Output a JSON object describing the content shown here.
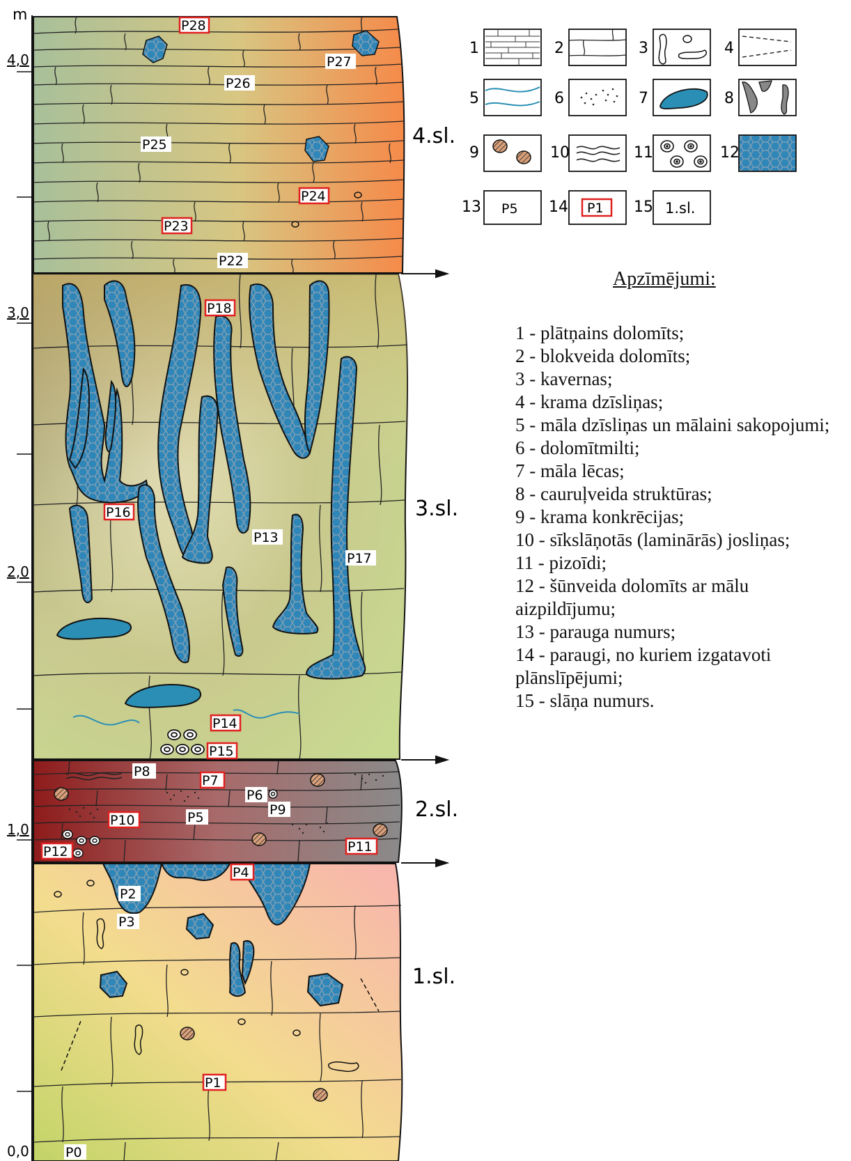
{
  "axis": {
    "unit": "m",
    "ticks": [
      "4,0",
      "3,0",
      "2,0",
      "1,0",
      "0,0"
    ]
  },
  "layers": [
    {
      "label": "4.sl.",
      "color_left": "#a8c09a",
      "color_right": "#f58a4a"
    },
    {
      "label": "3.sl.",
      "color_left": "#8c7f62",
      "color_right": "#d7e29a"
    },
    {
      "label": "2.sl.",
      "color_left": "#8e1b1b",
      "color_right": "#8a8a8a"
    },
    {
      "label": "1.sl.",
      "color_left": "#c7d86a",
      "color_right": "#f5a5a0"
    }
  ],
  "samples_plain": [
    "P27",
    "P26",
    "P25",
    "P22",
    "P13",
    "P17",
    "P8",
    "P6",
    "P9",
    "P5",
    "P2",
    "P3",
    "P0"
  ],
  "samples_thin_section": [
    "P28",
    "P24",
    "P23",
    "P18",
    "P16",
    "P14",
    "P15",
    "P7",
    "P10",
    "P11",
    "P12",
    "P4",
    "P1"
  ],
  "legend": {
    "title": "Apzīmējumi:",
    "box_numbers": [
      "1",
      "2",
      "3",
      "4",
      "5",
      "6",
      "7",
      "8",
      "9",
      "10",
      "11",
      "12",
      "13",
      "14",
      "15"
    ],
    "box13_text": "P5",
    "box14_text": "P1",
    "box15_text": "1.sl.",
    "items": [
      "1 - plātņains dolomīts;",
      "2 - blokveida dolomīts;",
      "3 - kavernas;",
      "4 - krama dzīsliņas;",
      "5 - māla dzīsliņas un mālaini sakopojumi;",
      "6 - dolomītmilti;",
      "7 - māla lēcas;",
      "8 - cauruļveida struktūras;",
      "9 - krama konkrēcijas;",
      "10 - sīkslāņotās (laminārās) josliņas;",
      "11 - pizoīdi;",
      "12 - šūnveida dolomīts ar mālu aizpildījumu;",
      "13 - parauga numurs;",
      "14 - paraugi, no kuriem izgatavoti plānslīpējumi;",
      "15 - slāņa numurs."
    ]
  },
  "colors": {
    "pattern_blue": "#2f86b8",
    "sample_frame_red": "#e02020",
    "water_blue": "#2b8fb5"
  }
}
